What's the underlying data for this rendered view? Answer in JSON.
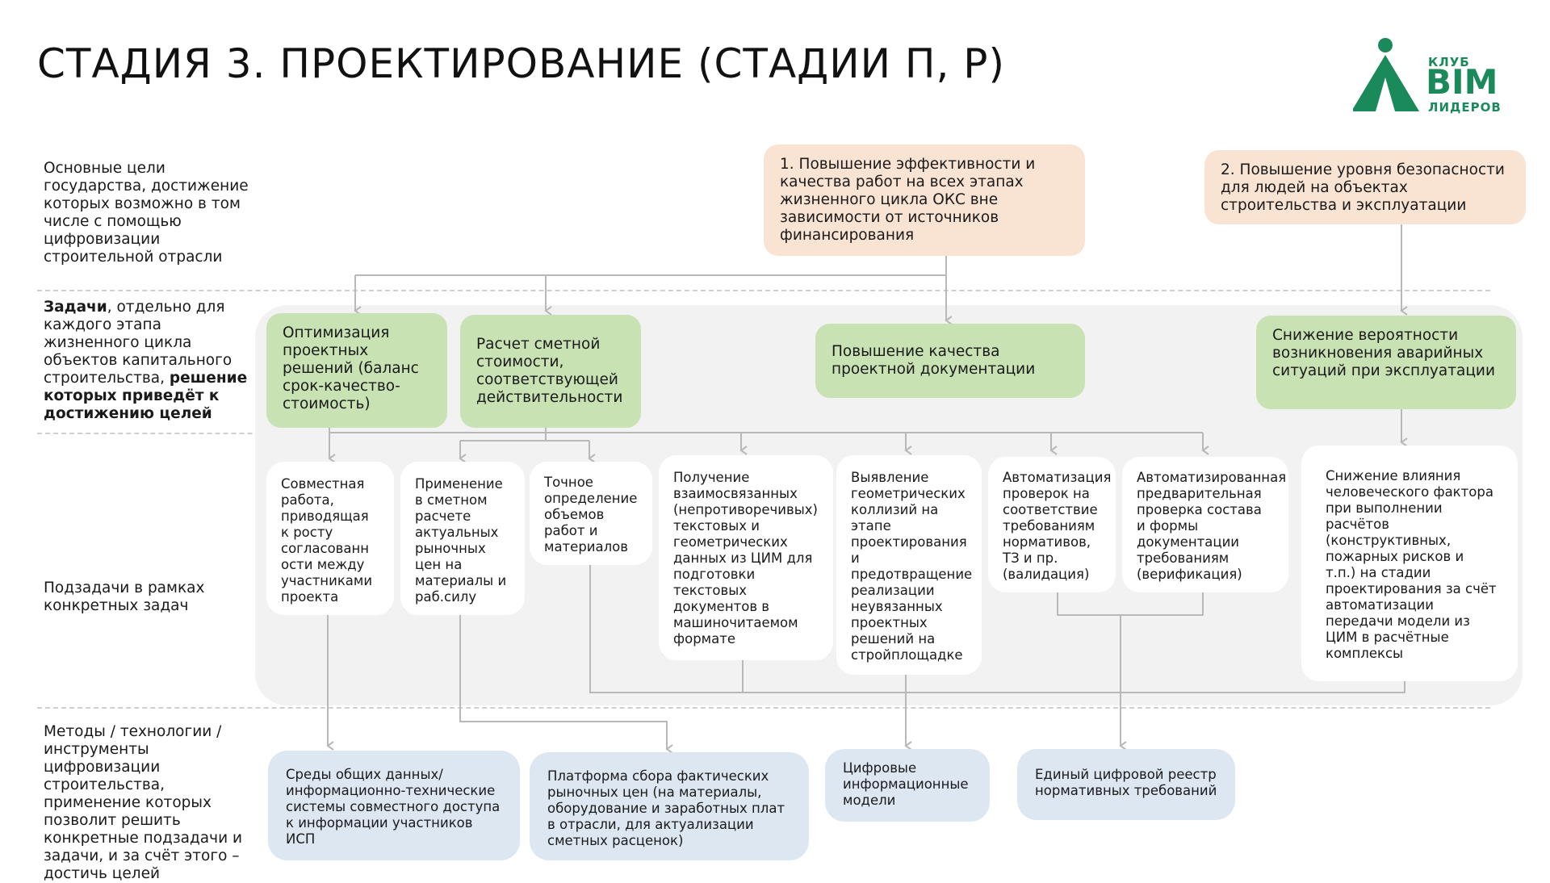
{
  "title": "СТАДИЯ 3. ПРОЕКТИРОВАНИЕ (СТАДИИ П, Р)",
  "logo": {
    "line1": "КЛУБ",
    "line2": "BIM",
    "line3": "ЛИДЕРОВ",
    "color": "#1b8a5a"
  },
  "rows": {
    "goals_label": "Основные цели государства, достижение которых возможно в том числе с помощью цифровизации строительной отрасли",
    "tasks_label_bold1": "Задачи",
    "tasks_label_mid": ", отдельно для каждого этапа жизненного цикла объектов капитального строительства, ",
    "tasks_label_bold2": "решение которых приведёт к достижению целей",
    "subtasks_label": "Подзадачи в рамках конкретных задач",
    "methods_label": "Методы / технологии / инструменты цифровизации строительства, применение которых позволит решить конкретные подзадачи и задачи, и за счёт этого – достичь целей"
  },
  "goals": [
    "1. Повышение эффективности и качества работ на всех этапах жизненного цикла ОКС вне зависимости от источников финансирования",
    "2. Повышение уровня безопасности для людей на объектах строительства и эксплуатации"
  ],
  "tasks": [
    "Оптимизация проектных решений (баланс срок-качество-стоимость)",
    "Расчет сметной стоимости, соответствующей действительности",
    "Повышение качества проектной документации",
    "Снижение вероятности возникновения аварийных ситуаций при эксплуатации"
  ],
  "subtasks": [
    "Совместная работа, приводящая к росту согласованн ости между участниками проекта",
    "Применение в сметном расчете актуальных рыночных цен на материалы и раб.силу",
    "Точное определение объемов работ и материалов",
    "Получение взаимосвязанных (непротиворечивых) текстовых и геометрических данных из ЦИМ для подготовки текстовых документов в машиночитаемом формате",
    "Выявление геометрических коллизий на этапе проектирования и предотвращение реализации неувязанных проектных решений на стройплощадке",
    "Автоматизация проверок на соответствие требованиям нормативов, ТЗ и пр. (валидация)",
    "Автоматизированная предварительная проверка состава и формы документации требованиям (верификация)",
    "Снижение влияния человеческого фактора при выполнении расчётов (конструктивных, пожарных рисков и т.п.) на стадии проектирования за счёт автоматизации передачи модели из ЦИМ в расчётные комплексы"
  ],
  "methods": [
    "Среды общих данных/информационно-технические системы совместного доступа к информации участников ИСП",
    "Платформа сбора фактических рыночных цен (на материалы, оборудование и заработных плат в отрасли, для актуализации сметных расценок)",
    "Цифровые информационные модели",
    "Единый цифровой реестр нормативных требований"
  ],
  "colors": {
    "goal": "#f9e3d3",
    "task": "#c9e2b3",
    "method": "#dde7f2",
    "panel": "#f2f2f2",
    "connector": "#b8b8b8"
  }
}
